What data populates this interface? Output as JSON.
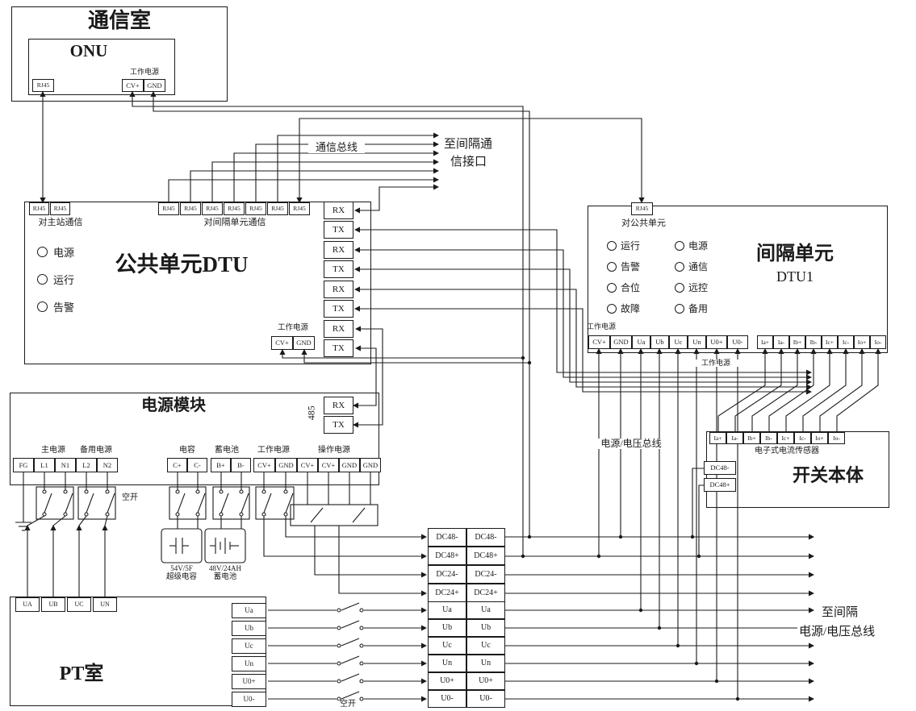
{
  "comm_room": {
    "title": "通信室",
    "onu_title": "ONU",
    "rj45": "RJ45",
    "power_label": "工作电源",
    "cv": "CV+",
    "gnd": "GND"
  },
  "dtu": {
    "title": "公共单元DTU",
    "rj45": "RJ45",
    "master_label": "对主站通信",
    "bay_label": "对间隔单元通信",
    "leds": [
      "电源",
      "运行",
      "告警"
    ],
    "power_label": "工作电源",
    "cv": "CV+",
    "gnd": "GND",
    "rxtx": [
      "RX",
      "TX",
      "RX",
      "TX",
      "RX",
      "TX",
      "RX",
      "TX"
    ]
  },
  "dtu1": {
    "rj45": "RJ45",
    "uplink_label": "对公共单元",
    "title1": "间隔单元",
    "title2": "DTU1",
    "leds_left": [
      "运行",
      "告警",
      "合位",
      "故障"
    ],
    "leds_right": [
      "电源",
      "通信",
      "远控",
      "备用"
    ],
    "power_label": "工作电源",
    "power_terms": [
      "CV+",
      "GND",
      "Ua",
      "Ub",
      "Uc",
      "Un",
      "U0+",
      "U0-"
    ],
    "current_terms": [
      "Ia+",
      "Ia-",
      "Ib+",
      "Ib-",
      "Ic+",
      "Ic-",
      "Io+",
      "Io-"
    ],
    "power_label_below": "工作电源"
  },
  "power_module": {
    "title": "电源模块",
    "label_main": "主电源",
    "label_backup": "备用电源",
    "mains_terms": [
      "FG",
      "L1",
      "N1",
      "L2",
      "N2"
    ],
    "label_cap": "电容",
    "cap_terms": [
      "C+",
      "C-"
    ],
    "label_batt": "蓄电池",
    "batt_terms": [
      "B+",
      "B-"
    ],
    "label_work": "工作电源",
    "work_terms": [
      "CV+",
      "GND"
    ],
    "label_op": "操作电源",
    "op_terms": [
      "CV+",
      "CV+",
      "GND",
      "GND"
    ],
    "bus485": "485",
    "rx": "RX",
    "tx": "TX"
  },
  "components": {
    "breaker_label_1": "空开",
    "breaker_label_2": "空开",
    "supercap_line1": "54V/5F",
    "supercap_line2": "超级电容",
    "battery_line1": "48V/24AH",
    "battery_line2": "蓄电池"
  },
  "pt_room": {
    "title": "PT室",
    "top_terms": [
      "UA",
      "UB",
      "UC",
      "UN"
    ],
    "out_terms": [
      "Ua",
      "Ub",
      "Uc",
      "Un",
      "U0+",
      "U0-"
    ]
  },
  "terminal_blocks": {
    "dc_rows": [
      "DC48-",
      "DC48+",
      "DC24-",
      "DC24+"
    ],
    "v_rows": [
      "Ua",
      "Ub",
      "Uc",
      "Un",
      "U0+",
      "U0-"
    ]
  },
  "switch_body": {
    "title": "开关本体",
    "sensor_label": "电子式电流传感器",
    "current_terms": [
      "Ia+",
      "Ia-",
      "Ib+",
      "Ib-",
      "Ic+",
      "Ic-",
      "Io+",
      "Io-"
    ],
    "dc_terms": [
      "DC48-",
      "DC48+"
    ]
  },
  "labels": {
    "comm_bus": "通信总线",
    "to_bay_comm1": "至间隔通",
    "to_bay_comm2": "信接口",
    "pv_bus": "电源/电压总线",
    "to_bay1": "至间隔",
    "to_bay2": "电源/电压总线"
  }
}
